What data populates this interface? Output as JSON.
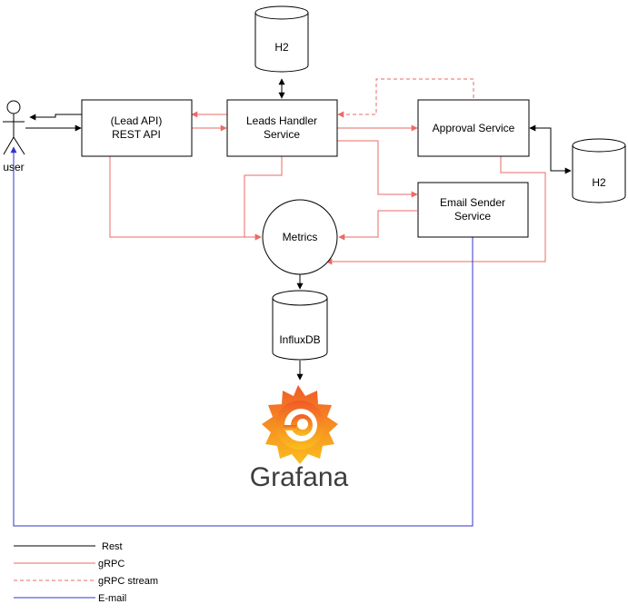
{
  "nodes": {
    "user": {
      "label": "user"
    },
    "rest_api": {
      "line1": "(Lead API)",
      "line2": "REST API"
    },
    "leads_handler": {
      "line1": "Leads Handler",
      "line2": "Service"
    },
    "approval": {
      "label": "Approval Service"
    },
    "email_sender": {
      "line1": "Email Sender",
      "line2": "Service"
    },
    "metrics": {
      "label": "Metrics"
    },
    "h2_top": {
      "label": "H2"
    },
    "h2_right": {
      "label": "H2"
    },
    "influxdb": {
      "label": "InfluxDB"
    },
    "grafana": {
      "label": "Grafana"
    }
  },
  "legend": [
    {
      "label": "Rest",
      "style": "solid",
      "color": "#000000"
    },
    {
      "label": "gRPC",
      "style": "solid",
      "color": "#ea6b66"
    },
    {
      "label": "gRPC stream",
      "style": "dashed",
      "color": "#ea6b66"
    },
    {
      "label": "E-mail",
      "style": "solid",
      "color": "#3333cc"
    }
  ],
  "colors": {
    "rest": "#000000",
    "grpc": "#ea6b66",
    "email": "#3333cc",
    "grafana_orange": "#f47a20",
    "grafana_yellow": "#fbbf1d",
    "grafana_text": "#3d3d3d"
  }
}
